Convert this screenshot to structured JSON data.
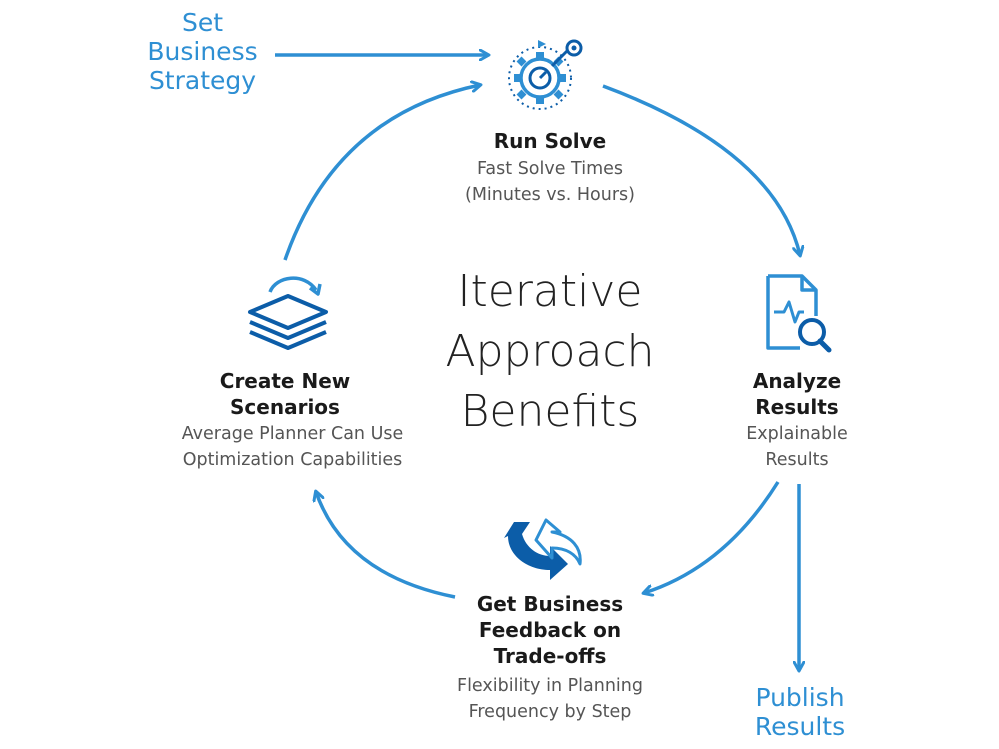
{
  "center": {
    "lines": [
      "Iterative",
      "Approach",
      "Benefits"
    ]
  },
  "inputs": {
    "set_strategy": [
      "Set",
      "Business",
      "Strategy"
    ]
  },
  "outputs": {
    "publish": [
      "Publish",
      "Results"
    ]
  },
  "steps": {
    "run_solve": {
      "title": [
        "Run Solve"
      ],
      "desc": [
        "Fast Solve Times",
        "(Minutes vs. Hours)"
      ],
      "icon": "gear-target-icon"
    },
    "analyze": {
      "title": [
        "Analyze",
        "Results"
      ],
      "desc": [
        "Explainable",
        "Results"
      ],
      "icon": "document-magnifier-icon"
    },
    "feedback": {
      "title": [
        "Get Business",
        "Feedback on",
        "Trade-offs"
      ],
      "desc": [
        "Flexibility in Planning",
        "Frequency by Step"
      ],
      "icon": "exchange-arrows-icon"
    },
    "scenarios": {
      "title": [
        "Create New",
        "Scenarios"
      ],
      "desc": [
        "Average Planner Can Use",
        "Optimization Capabilities"
      ],
      "icon": "layers-refresh-icon"
    }
  },
  "colors": {
    "accent": "#2E8FD3",
    "accent_dark": "#0C5DA8",
    "title": "#1a1a1a",
    "description": "#555555"
  }
}
